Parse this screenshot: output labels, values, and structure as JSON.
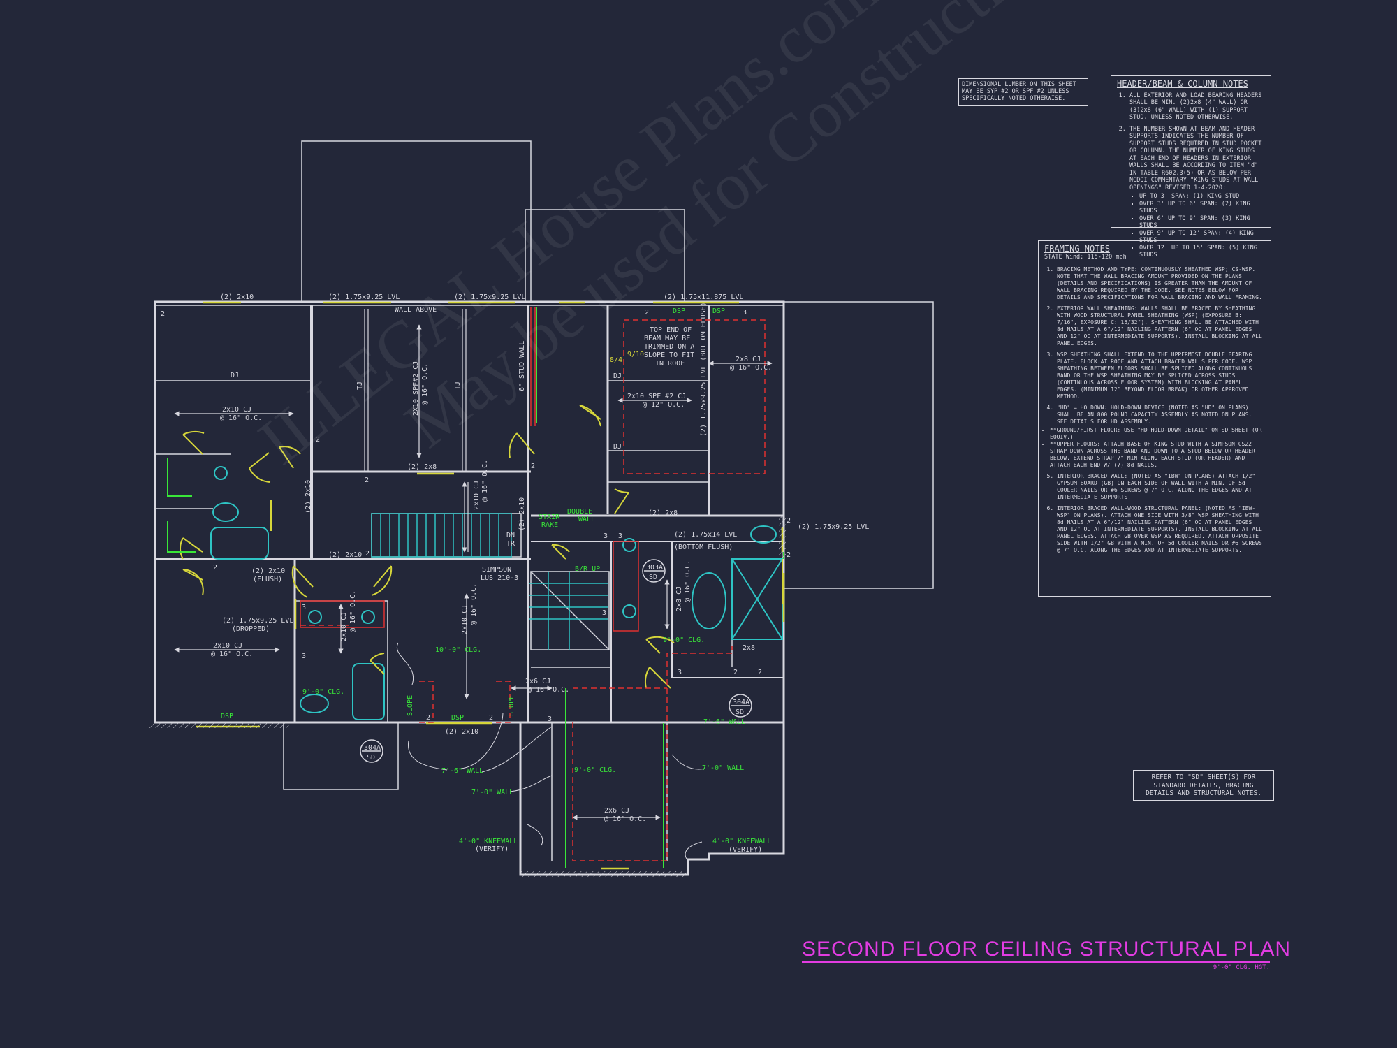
{
  "sheet": {
    "title": "SECOND FLOOR CEILING STRUCTURAL PLAN",
    "subtitle": "9'-0\" CLG. HGT.",
    "watermark": [
      "ILLEGAL House Plans.com",
      "May be used for Construction or Estimation"
    ]
  },
  "colors": {
    "background": "#232739",
    "lines": "#d8d8e0",
    "green_text": "#39e639",
    "yellow_beam": "#d6d63a",
    "cyan_fixtures": "#2ec4c4",
    "red_dashed": "#e03030",
    "magenta_title": "#e23ce2"
  },
  "notes": {
    "lumber_note": "DIMENSIONAL LUMBER ON THIS SHEET MAY BE SYP #2 OR SPF #2 UNLESS SPECIFICALLY NOTED OTHERWISE.",
    "header_notes": {
      "heading": "HEADER/BEAM & COLUMN NOTES",
      "items": [
        "ALL EXTERIOR AND LOAD BEARING HEADERS SHALL BE MIN. (2)2x8 (4\" WALL) OR (3)2x8 (6\" WALL) WITH (1) SUPPORT STUD, UNLESS NOTED OTHERWISE.",
        "THE NUMBER SHOWN AT BEAM AND HEADER SUPPORTS INDICATES THE NUMBER OF SUPPORT STUDS REQUIRED IN STUD POCKET OR COLUMN. THE NUMBER OF KING STUDS AT EACH END OF HEADERS IN EXTERIOR WALLS SHALL BE ACCORDING TO ITEM \"d\" IN TABLE R602.3(5) OR AS BELOW PER NCDOI COMMENTARY \"KING STUDS AT WALL OPENINGS\" REVISED 1-4-2020:"
      ],
      "king_studs": [
        "UP TO 3' SPAN: (1) KING STUD",
        "OVER 3' UP TO 6' SPAN: (2) KING STUDS",
        "OVER 6' UP TO 9' SPAN: (3) KING STUDS",
        "OVER 9' UP TO 12' SPAN: (4) KING STUDS",
        "OVER 12' UP TO 15' SPAN: (5) KING STUDS"
      ]
    },
    "framing_notes": {
      "heading": "FRAMING NOTES",
      "state_wind": "STATE Wind: 115-120 mph",
      "items": [
        "BRACING METHOD AND TYPE: CONTINUOUSLY SHEATHED WSP; CS-WSP. NOTE THAT THE WALL BRACING AMOUNT PROVIDED ON THE PLANS (DETAILS AND SPECIFICATIONS) IS GREATER THAN THE AMOUNT OF WALL BRACING REQUIRED BY THE CODE. SEE NOTES BELOW FOR DETAILS AND SPECIFICATIONS FOR WALL BRACING AND WALL FRAMING.",
        "EXTERIOR WALL SHEATHING: WALLS SHALL BE BRACED BY SHEATHING WITH WOOD STRUCTURAL PANEL SHEATHING (WSP) (EXPOSURE B: 7/16\", EXPOSURE C: 15/32\"). SHEATHING SHALL BE ATTACHED WITH 8d NAILS AT A 6\"/12\" NAILING PATTERN (6\" OC AT PANEL EDGES AND 12\" OC AT INTERMEDIATE SUPPORTS). INSTALL BLOCKING AT ALL PANEL EDGES.",
        "WSP SHEATHING SHALL EXTEND TO THE UPPERMOST DOUBLE BEARING PLATE. BLOCK AT ROOF AND ATTACH BRACED WALLS PER CODE. WSP SHEATHING BETWEEN FLOORS SHALL BE SPLICED ALONG CONTINUOUS BAND OR THE WSP SHEATHING MAY BE SPLICED ACROSS STUDS (CONTINUOUS ACROSS FLOOR SYSTEM) WITH BLOCKING AT PANEL EDGES. (MINIMUM 12\" BEYOND FLOOR BREAK) OR OTHER APPROVED METHOD.",
        "\"HD\" = HOLDOWN: HOLD-DOWN DEVICE (NOTED AS \"HD\" ON PLANS) SHALL BE AN 800 POUND CAPACITY ASSEMBLY AS NOTED ON PLANS. SEE DETAILS FOR HD ASSEMBLY.",
        "INTERIOR BRACED WALL: (NOTED AS \"IBW\" ON PLANS) ATTACH 1/2\" GYPSUM BOARD (GB) ON EACH SIDE OF WALL WITH A MIN. OF 5d COOLER NAILS OR #6 SCREWS @ 7\" O.C. ALONG THE EDGES AND AT INTERMEDIATE SUPPORTS.",
        "INTERIOR BRACED WALL-WOOD STRUCTURAL PANEL: (NOTED AS \"IBW-WSP\" ON PLANS). ATTACH ONE SIDE WITH 3/8\" WSP SHEATHING WITH 8d NAILS AT A 6\"/12\" NAILING PATTERN (6\" OC AT PANEL EDGES AND 12\" OC AT INTERMEDIATE SUPPORTS). INSTALL BLOCKING AT ALL PANEL EDGES. ATTACH GB OVER WSP AS REQUIRED. ATTACH OPPOSITE SIDE WITH 1/2\" GB WITH A MIN. OF 5d COOLER NAILS OR #6 SCREWS @ 7\" O.C. ALONG THE EDGES AND AT INTERMEDIATE SUPPORTS."
      ],
      "bullets": [
        "**GROUND/FIRST FLOOR: USE \"HD HOLD-DOWN DETAIL\" ON SD SHEET (OR EQUIV.)",
        "**UPPER FLOORS: ATTACH BASE OF KING STUD WITH A SIMPSON CS22 STRAP DOWN ACROSS THE BAND AND DOWN TO A STUD BELOW OR HEADER BELOW. EXTEND STRAP 7\" MIN ALONG EACH STUD (OR HEADER) AND ATTACH EACH END W/ (7) 8d NAILS."
      ]
    },
    "refer_note": "REFER TO \"SD\" SHEET(S) FOR STANDARD DETAILS, BRACING DETAILS AND STRUCTURAL NOTES."
  },
  "labels": {
    "beam_top_left": "(2) 2x10",
    "beam_lvl_1": "(2) 1.75x9.25 LVL",
    "beam_lvl_2": "(2) 1.75x9.25 LVL",
    "beam_lvl_top_right": "(2) 1.75x11.875 LVL",
    "wall_above": "WALL ABOVE",
    "dsp": "DSP",
    "dj": "DJ",
    "tj": "TJ",
    "cj_2x10_16": "2x10 CJ",
    "oc_16": "@ 16\" O.C.",
    "oc_12": "@ 12\" O.C.",
    "cj_2x10_spf_16": "2X10 SPF#2 CJ",
    "stud_wall": "6\" STUD WALL",
    "top_end_beam": [
      "TOP END OF",
      "BEAM MAY BE",
      "TRIMMED ON A",
      "SLOPE TO FIT",
      "IN ROOF"
    ],
    "pitch_84": "8/4",
    "pitch_910": "9/10",
    "cj_2x8_16": "2x8 CJ",
    "cj_2x10_spf_12": "2x10 SPF #2 CJ",
    "lvl_bottom_flush": "(2) 1.75x9.25 LVL (BOTTOM FLUSH)",
    "beam_2x8": "(2) 2x8",
    "beam_2x10": "(2) 2x10",
    "beam_2x10_flush": "(2) 2x10",
    "flush": "(FLUSH)",
    "lvl_dropped": "(2) 1.75x9.25 LVL",
    "dropped": "(DROPPED)",
    "stair_rake": [
      "STAIR",
      "RAKE"
    ],
    "double_wall": [
      "DOUBLE",
      "WALL"
    ],
    "dn": "DN",
    "tr": "TR",
    "simpson": [
      "SIMPSON",
      "LUS 210-3"
    ],
    "br_up": "B/R UP",
    "beam_1_75x14": "(2) 1.75x14 LVL",
    "bottom_flush": "(BOTTOM FLUSH)",
    "beam_lvl_right": "(2) 1.75x9.25 LVL",
    "clg_10": "10'-0\" CLG.",
    "clg_9": "9'-0\" CLG.",
    "cj_2x6_16": "2x6 CJ",
    "slope": "SLOPE",
    "wall_76": "7'-6\" WALL",
    "wall_70": "7'-0\" WALL",
    "kneewall": "4'-0\" KNEEWALL",
    "verify": "(VERIFY)",
    "ref_303a": [
      "303A",
      "SD"
    ],
    "ref_304a": [
      "304A",
      "SD"
    ],
    "beam_2x8_small": "2x8",
    "post_2": "2",
    "post_3": "3"
  }
}
